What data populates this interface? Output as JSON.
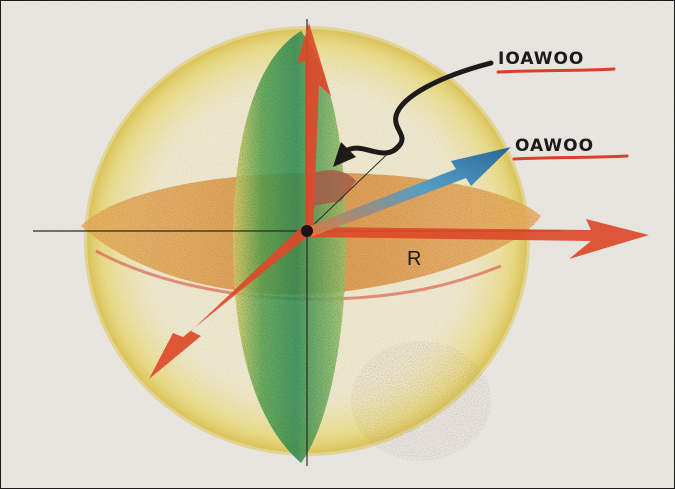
{
  "labels": {
    "label_1": "IOAWOO",
    "label_2": "OAWOO",
    "label_3": "R"
  },
  "colors": {
    "paper": "#e9e6e1",
    "sphere_yellow": "#e6d46a",
    "horizontal_plane": "#d9a04f",
    "vertical_plane": "#4f9a4a",
    "red_arrows": "#dc4a2a",
    "blue_arrow": "#2f84b8",
    "underline_red": "#d9402a",
    "small_wedge": "#a5584a",
    "ink": "#1e1a1a"
  }
}
